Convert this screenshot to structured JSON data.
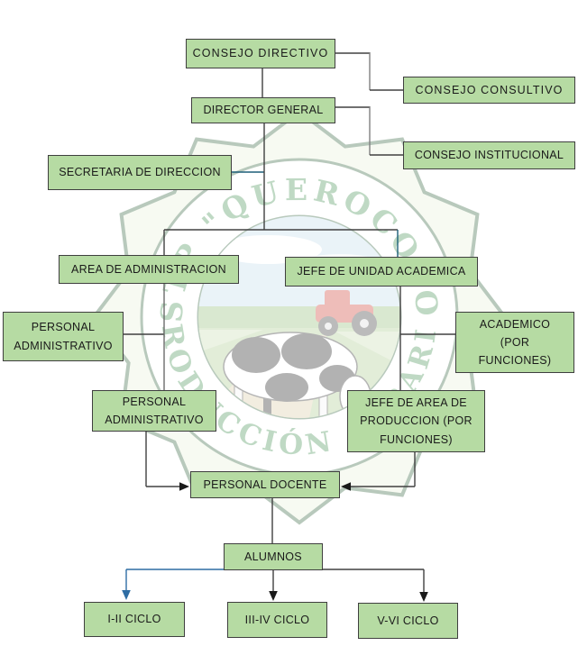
{
  "diagram": {
    "type": "org-chart",
    "nodes": {
      "consejo_directivo": {
        "label": "CONSEJO DIRECTIVO"
      },
      "consejo_consultivo": {
        "label": "CONSEJO CONSULTIVO"
      },
      "director_general": {
        "label": "DIRECTOR GENERAL"
      },
      "consejo_institucional": {
        "label": "CONSEJO INSTITUCIONAL"
      },
      "secretaria_direccion": {
        "label": "SECRETARIA DE DIRECCION"
      },
      "area_administracion": {
        "label": "AREA DE ADMINISTRACION"
      },
      "jefe_unidad_academica": {
        "label": "JEFE DE UNIDAD ACADEMICA"
      },
      "personal_administrativo_izq": {
        "label": "PERSONAL\nADMINISTRATIVO"
      },
      "academico_funciones": {
        "label": "ACADEMICO\n(POR\nFUNCIONES)"
      },
      "personal_administrativo_centro": {
        "label": "PERSONAL\nADMINISTRATIVO"
      },
      "jefe_area_produccion": {
        "label": "JEFE DE AREA DE\nPRODUCCION (POR\nFUNCIONES)"
      },
      "personal_docente": {
        "label": "PERSONAL DOCENTE"
      },
      "alumnos": {
        "label": "ALUMNOS"
      },
      "ciclo_i_ii": {
        "label": "I-II CICLO"
      },
      "ciclo_iii_iv": {
        "label": "III-IV CICLO"
      },
      "ciclo_v_vi": {
        "label": "V-VI CICLO"
      }
    },
    "watermark": {
      "top_text": "ISTP \"QUEROCOTO\"",
      "bottom_text": "PRODUCCIÓN AGRARIA"
    },
    "colors": {
      "node_fill": "#b6dba3",
      "node_border": "#3f3f3f",
      "line_dark": "#404040",
      "line_gray": "#7f7f7f",
      "line_teal": "#1d5f79",
      "line_blue": "#2e6da4",
      "emblem_green": "#2a5d36"
    }
  }
}
